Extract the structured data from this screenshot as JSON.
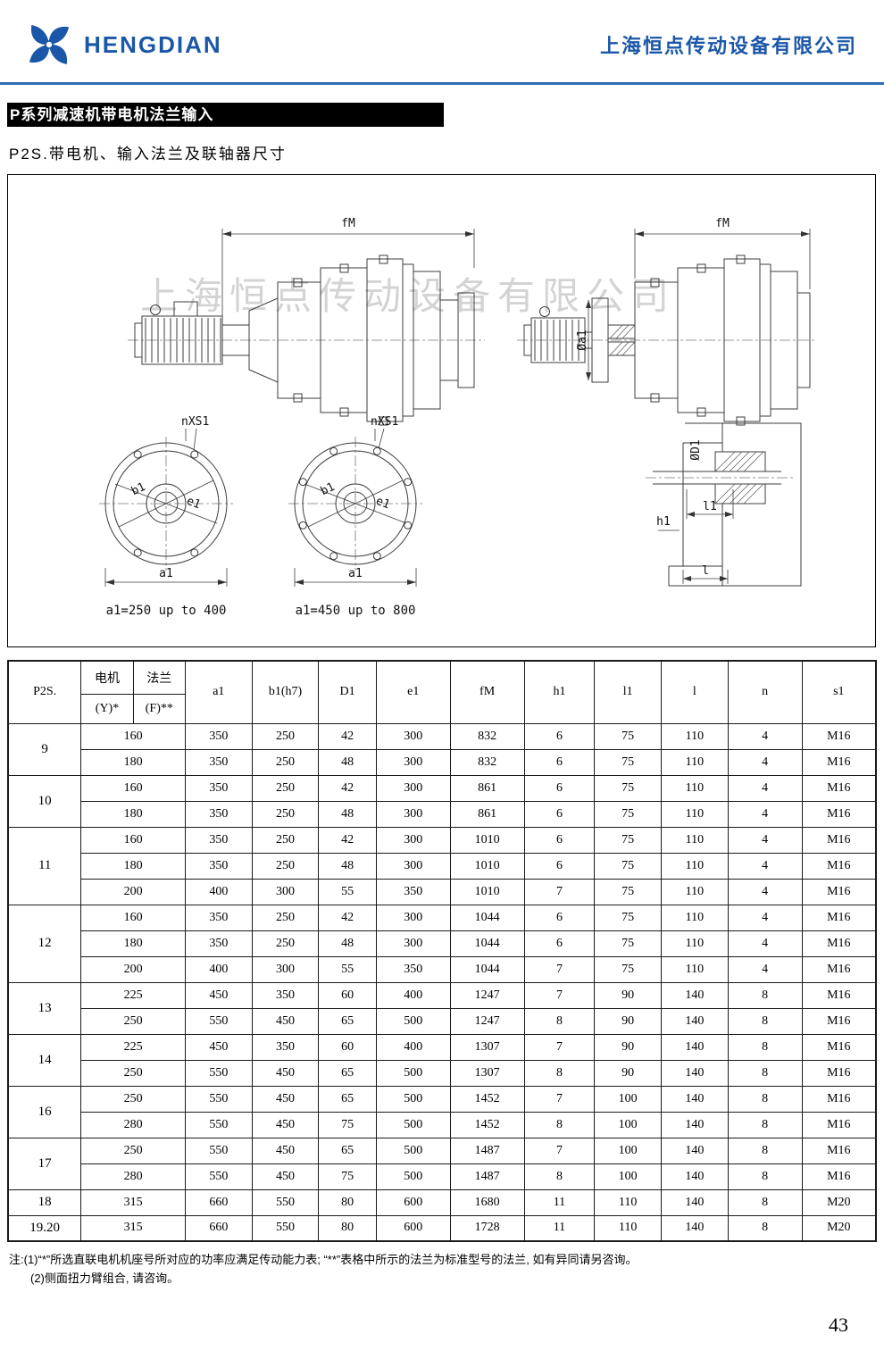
{
  "header": {
    "brand": "HENGDIAN",
    "company": "上海恒点传动设备有限公司"
  },
  "titles": {
    "section": "P系列减速机带电机法兰输入",
    "subtitle": "P2S.带电机、输入法兰及联轴器尺寸"
  },
  "drawing": {
    "watermark": "上海恒点传动设备有限公司",
    "fm": "fM",
    "nxs1": "nXS1",
    "b1": "b1",
    "e1": "e1",
    "a1": "a1",
    "dia_a1": "Øa1",
    "dia_d1": "ØD1",
    "h1": "h1",
    "l1": "l1",
    "l": "l",
    "caption_left": "a1=250 up to 400",
    "caption_right": "a1=450 up to 800"
  },
  "table": {
    "headers": {
      "model": "P2S.",
      "motor_top": "电机",
      "motor_bottom": "(Y)*",
      "flange_top": "法兰",
      "flange_bottom": "(F)**",
      "cols": [
        "a1",
        "b1(h7)",
        "D1",
        "e1",
        "fM",
        "h1",
        "l1",
        "l",
        "n",
        "s1"
      ]
    },
    "groups": [
      {
        "model": "9",
        "rows": [
          {
            "motor": "160",
            "values": [
              "350",
              "250",
              "42",
              "300",
              "832",
              "6",
              "75",
              "110",
              "4",
              "M16"
            ]
          },
          {
            "motor": "180",
            "values": [
              "350",
              "250",
              "48",
              "300",
              "832",
              "6",
              "75",
              "110",
              "4",
              "M16"
            ]
          }
        ]
      },
      {
        "model": "10",
        "rows": [
          {
            "motor": "160",
            "values": [
              "350",
              "250",
              "42",
              "300",
              "861",
              "6",
              "75",
              "110",
              "4",
              "M16"
            ]
          },
          {
            "motor": "180",
            "values": [
              "350",
              "250",
              "48",
              "300",
              "861",
              "6",
              "75",
              "110",
              "4",
              "M16"
            ]
          }
        ]
      },
      {
        "model": "11",
        "rows": [
          {
            "motor": "160",
            "values": [
              "350",
              "250",
              "42",
              "300",
              "1010",
              "6",
              "75",
              "110",
              "4",
              "M16"
            ]
          },
          {
            "motor": "180",
            "values": [
              "350",
              "250",
              "48",
              "300",
              "1010",
              "6",
              "75",
              "110",
              "4",
              "M16"
            ]
          },
          {
            "motor": "200",
            "values": [
              "400",
              "300",
              "55",
              "350",
              "1010",
              "7",
              "75",
              "110",
              "4",
              "M16"
            ]
          }
        ]
      },
      {
        "model": "12",
        "rows": [
          {
            "motor": "160",
            "values": [
              "350",
              "250",
              "42",
              "300",
              "1044",
              "6",
              "75",
              "110",
              "4",
              "M16"
            ]
          },
          {
            "motor": "180",
            "values": [
              "350",
              "250",
              "48",
              "300",
              "1044",
              "6",
              "75",
              "110",
              "4",
              "M16"
            ]
          },
          {
            "motor": "200",
            "values": [
              "400",
              "300",
              "55",
              "350",
              "1044",
              "7",
              "75",
              "110",
              "4",
              "M16"
            ]
          }
        ]
      },
      {
        "model": "13",
        "rows": [
          {
            "motor": "225",
            "values": [
              "450",
              "350",
              "60",
              "400",
              "1247",
              "7",
              "90",
              "140",
              "8",
              "M16"
            ]
          },
          {
            "motor": "250",
            "values": [
              "550",
              "450",
              "65",
              "500",
              "1247",
              "8",
              "90",
              "140",
              "8",
              "M16"
            ]
          }
        ]
      },
      {
        "model": "14",
        "rows": [
          {
            "motor": "225",
            "values": [
              "450",
              "350",
              "60",
              "400",
              "1307",
              "7",
              "90",
              "140",
              "8",
              "M16"
            ]
          },
          {
            "motor": "250",
            "values": [
              "550",
              "450",
              "65",
              "500",
              "1307",
              "8",
              "90",
              "140",
              "8",
              "M16"
            ]
          }
        ]
      },
      {
        "model": "16",
        "rows": [
          {
            "motor": "250",
            "values": [
              "550",
              "450",
              "65",
              "500",
              "1452",
              "7",
              "100",
              "140",
              "8",
              "M16"
            ]
          },
          {
            "motor": "280",
            "values": [
              "550",
              "450",
              "75",
              "500",
              "1452",
              "8",
              "100",
              "140",
              "8",
              "M16"
            ]
          }
        ]
      },
      {
        "model": "17",
        "rows": [
          {
            "motor": "250",
            "values": [
              "550",
              "450",
              "65",
              "500",
              "1487",
              "7",
              "100",
              "140",
              "8",
              "M16"
            ]
          },
          {
            "motor": "280",
            "values": [
              "550",
              "450",
              "75",
              "500",
              "1487",
              "8",
              "100",
              "140",
              "8",
              "M16"
            ]
          }
        ]
      },
      {
        "model": "18",
        "rows": [
          {
            "motor": "315",
            "values": [
              "660",
              "550",
              "80",
              "600",
              "1680",
              "11",
              "110",
              "140",
              "8",
              "M20"
            ]
          }
        ]
      },
      {
        "model": "19.20",
        "rows": [
          {
            "motor": "315",
            "values": [
              "660",
              "550",
              "80",
              "600",
              "1728",
              "11",
              "110",
              "140",
              "8",
              "M20"
            ]
          }
        ]
      }
    ]
  },
  "notes": [
    "注:(1)“*”所选直联电机机座号所对应的功率应满足传动能力表; “**”表格中所示的法兰为标准型号的法兰, 如有异同请另咨询。",
    "(2)侧面扭力臂组合, 请咨询。"
  ],
  "page_number": "43"
}
